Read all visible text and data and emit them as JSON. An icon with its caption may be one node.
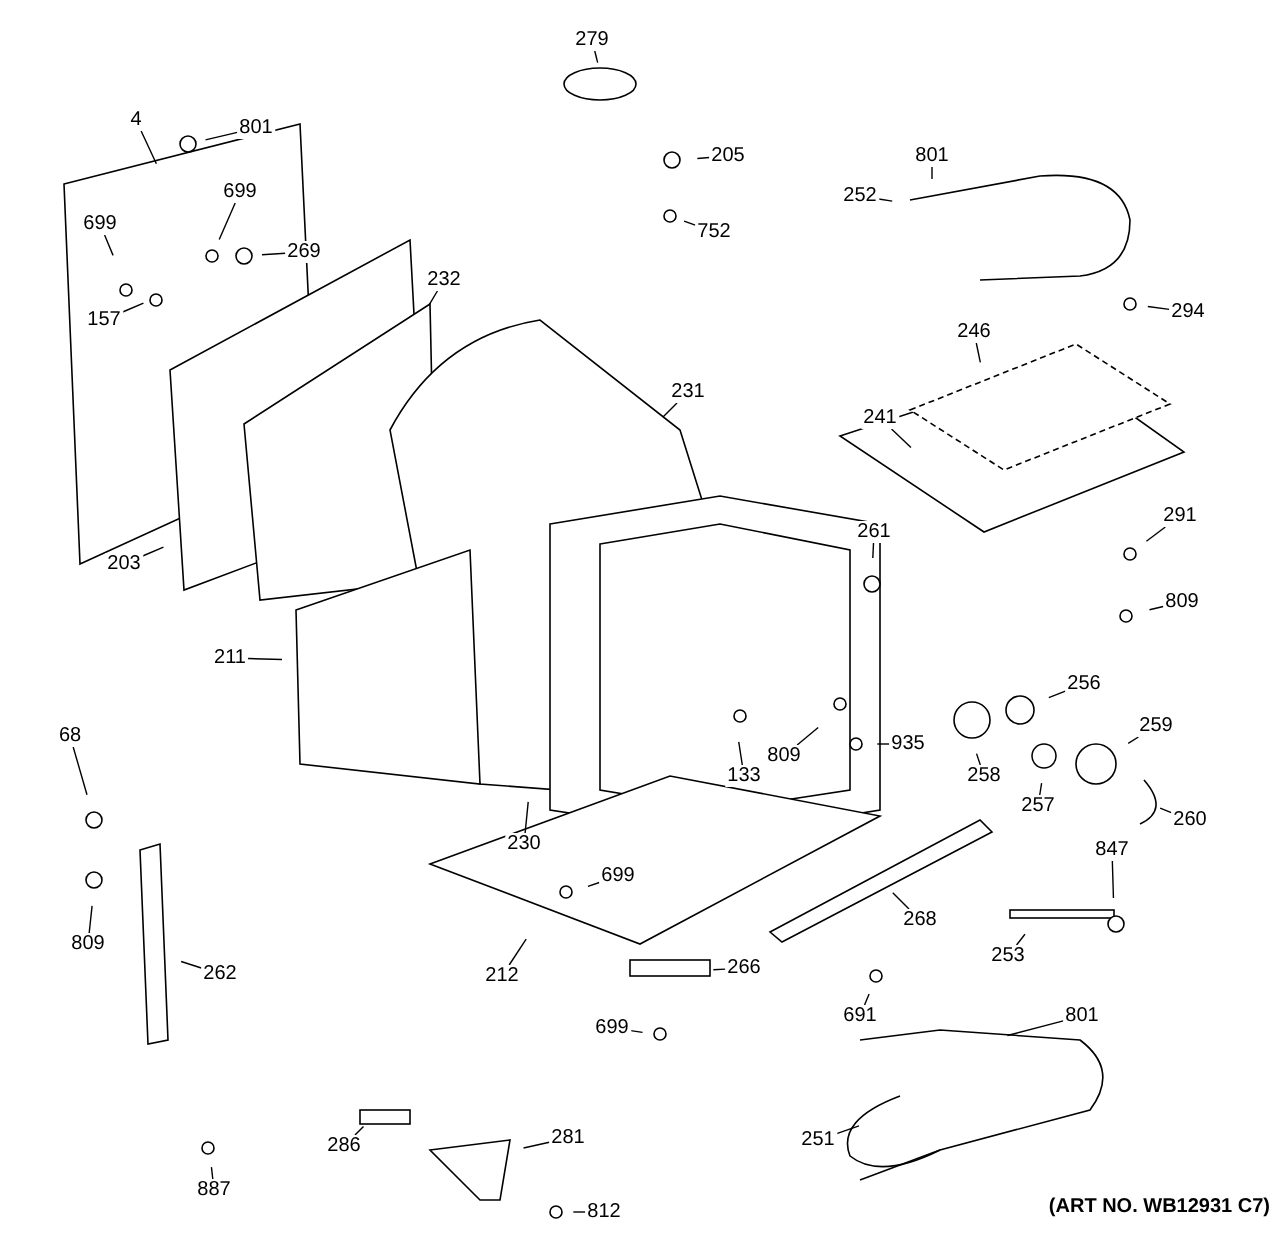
{
  "diagram": {
    "nodes": [
      {
        "text": [
          "801"
        ]
      },
      {
        "text": [
          "4"
        ]
      },
      {
        "text": [
          "699"
        ]
      },
      {
        "text": [
          "699"
        ]
      },
      {
        "text": [
          "269"
        ]
      },
      {
        "text": [
          "157"
        ]
      },
      {
        "text": [
          "232"
        ]
      },
      {
        "text": [
          "203"
        ]
      },
      {
        "text": [
          "231"
        ]
      },
      {
        "text": [
          "279"
        ]
      },
      {
        "text": [
          "205"
        ]
      },
      {
        "text": [
          "752"
        ]
      },
      {
        "text": [
          "801"
        ]
      },
      {
        "text": [
          "252"
        ]
      },
      {
        "text": [
          "294"
        ]
      },
      {
        "text": [
          "246"
        ]
      },
      {
        "text": [
          "241"
        ]
      },
      {
        "text": [
          "261"
        ]
      },
      {
        "text": [
          "291"
        ]
      },
      {
        "text": [
          "809"
        ]
      },
      {
        "text": [
          "256"
        ]
      },
      {
        "text": [
          "259"
        ]
      },
      {
        "text": [
          "258"
        ]
      },
      {
        "text": [
          "257"
        ]
      },
      {
        "text": [
          "260"
        ]
      },
      {
        "text": [
          "935"
        ]
      },
      {
        "text": [
          "809"
        ]
      },
      {
        "text": [
          "133"
        ]
      },
      {
        "text": [
          "230"
        ]
      },
      {
        "text": [
          "211"
        ]
      },
      {
        "text": [
          "68"
        ]
      },
      {
        "text": [
          "809"
        ]
      },
      {
        "text": [
          "262"
        ]
      },
      {
        "text": [
          "887"
        ]
      },
      {
        "text": [
          "699"
        ]
      },
      {
        "text": [
          "212"
        ]
      },
      {
        "text": [
          "266"
        ]
      },
      {
        "text": [
          "268"
        ]
      },
      {
        "text": [
          "691"
        ]
      },
      {
        "text": [
          "699"
        ]
      },
      {
        "text": [
          "847"
        ]
      },
      {
        "text": [
          "253"
        ]
      },
      {
        "text": [
          "801"
        ]
      },
      {
        "text": [
          "251"
        ]
      },
      {
        "text": [
          "286"
        ]
      },
      {
        "text": [
          "281"
        ]
      },
      {
        "text": [
          "812"
        ]
      }
    ],
    "edges": [
      {
        "from": 0,
        "to": null,
        "arrow": "none"
      },
      {
        "from": 1,
        "to": null,
        "arrow": "none"
      },
      {
        "from": 2,
        "to": null,
        "arrow": "none"
      },
      {
        "from": 3,
        "to": null,
        "arrow": "none"
      },
      {
        "from": 4,
        "to": null,
        "arrow": "none"
      },
      {
        "from": 5,
        "to": null,
        "arrow": "none"
      },
      {
        "from": 6,
        "to": null,
        "arrow": "none"
      },
      {
        "from": 7,
        "to": null,
        "arrow": "none"
      },
      {
        "from": 8,
        "to": null,
        "arrow": "none"
      },
      {
        "from": 9,
        "to": null,
        "arrow": "none"
      },
      {
        "from": 10,
        "to": null,
        "arrow": "none"
      },
      {
        "from": 11,
        "to": null,
        "arrow": "none"
      },
      {
        "from": 12,
        "to": null,
        "arrow": "none"
      },
      {
        "from": 13,
        "to": null,
        "arrow": "none"
      },
      {
        "from": 14,
        "to": null,
        "arrow": "none"
      },
      {
        "from": 15,
        "to": null,
        "arrow": "none"
      },
      {
        "from": 16,
        "to": null,
        "arrow": "none"
      },
      {
        "from": 17,
        "to": null,
        "arrow": "none"
      },
      {
        "from": 18,
        "to": null,
        "arrow": "none"
      },
      {
        "from": 19,
        "to": null,
        "arrow": "none"
      },
      {
        "from": 20,
        "to": null,
        "arrow": "none"
      },
      {
        "from": 21,
        "to": null,
        "arrow": "none"
      },
      {
        "from": 22,
        "to": null,
        "arrow": "none"
      },
      {
        "from": 23,
        "to": null,
        "arrow": "none"
      },
      {
        "from": 24,
        "to": null,
        "arrow": "none"
      },
      {
        "from": 25,
        "to": null,
        "arrow": "none"
      },
      {
        "from": 26,
        "to": null,
        "arrow": "none"
      },
      {
        "from": 27,
        "to": null,
        "arrow": "none"
      },
      {
        "from": 28,
        "to": null,
        "arrow": "none"
      },
      {
        "from": 29,
        "to": null,
        "arrow": "none"
      },
      {
        "from": 30,
        "to": null,
        "arrow": "none"
      },
      {
        "from": 31,
        "to": null,
        "arrow": "none"
      },
      {
        "from": 32,
        "to": null,
        "arrow": "none"
      },
      {
        "from": 33,
        "to": null,
        "arrow": "none"
      },
      {
        "from": 34,
        "to": null,
        "arrow": "none"
      },
      {
        "from": 35,
        "to": null,
        "arrow": "none"
      },
      {
        "from": 36,
        "to": null,
        "arrow": "none"
      },
      {
        "from": 37,
        "to": null,
        "arrow": "none"
      },
      {
        "from": 38,
        "to": null,
        "arrow": "none"
      },
      {
        "from": 39,
        "to": null,
        "arrow": "none"
      },
      {
        "from": 40,
        "to": null,
        "arrow": "none"
      },
      {
        "from": 41,
        "to": null,
        "arrow": "none"
      },
      {
        "from": 42,
        "to": null,
        "arrow": "none"
      },
      {
        "from": 43,
        "to": null,
        "arrow": "none"
      },
      {
        "from": 44,
        "to": null,
        "arrow": "none"
      },
      {
        "from": 45,
        "to": null,
        "arrow": "none"
      },
      {
        "from": 46,
        "to": null,
        "arrow": "none"
      }
    ],
    "labels": [
      "(ART NO. WB12931 C7)"
    ]
  }
}
